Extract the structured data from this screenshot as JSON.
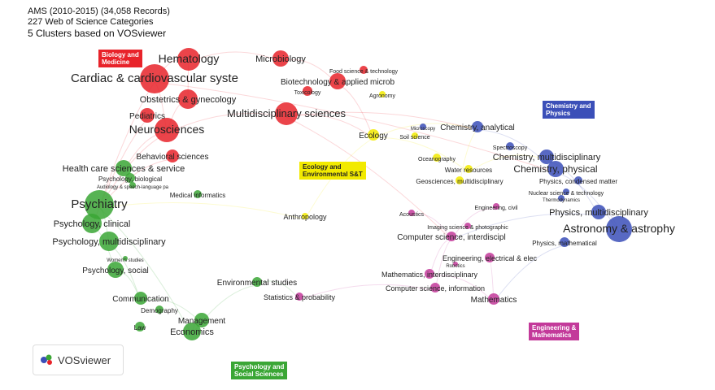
{
  "header": {
    "line1": "AMS (2010-2015) (34,058 Records)",
    "line2": "227 Web of Science Categories",
    "line3": "5 Clusters based on VOSviewer"
  },
  "clusters": [
    {
      "id": "red",
      "color": "#e8232a",
      "label": [
        "Biology and",
        "Medicine"
      ]
    },
    {
      "id": "blue",
      "color": "#3b4fb8",
      "label": [
        "Chemistry and",
        "Physics"
      ]
    },
    {
      "id": "yellow",
      "color": "#f2ea00",
      "label": [
        "Ecology and",
        "Environmental S&T"
      ]
    },
    {
      "id": "magenta",
      "color": "#c33a9a",
      "label": [
        "Engineering &",
        "Mathematics"
      ]
    },
    {
      "id": "green",
      "color": "#3aa635",
      "label": [
        "Psychology and",
        "Social Sciences"
      ]
    }
  ],
  "nodes": [
    {
      "label": "Hematology",
      "c": "red",
      "s": 14
    },
    {
      "label": "Microbiology",
      "c": "red",
      "s": 11
    },
    {
      "label": "Cardiac & cardiovascular syste",
      "c": "red",
      "s": 15
    },
    {
      "label": "Biotechnology & applied microb",
      "c": "red",
      "s": 10
    },
    {
      "label": "Food science & technology",
      "c": "red",
      "s": 7
    },
    {
      "label": "Toxicology",
      "c": "red",
      "s": 7
    },
    {
      "label": "Obstetrics & gynecology",
      "c": "red",
      "s": 11
    },
    {
      "label": "Multidisciplinary sciences",
      "c": "red",
      "s": 13
    },
    {
      "label": "Pediatrics",
      "c": "red",
      "s": 10
    },
    {
      "label": "Neurosciences",
      "c": "red",
      "s": 14
    },
    {
      "label": "Behavioral sciences",
      "c": "red",
      "s": 10
    },
    {
      "label": "Agronomy",
      "c": "yellow",
      "s": 7
    },
    {
      "label": "Ecology",
      "c": "yellow",
      "s": 10
    },
    {
      "label": "Soil science",
      "c": "yellow",
      "s": 7
    },
    {
      "label": "Oceanography",
      "c": "yellow",
      "s": 7
    },
    {
      "label": "Water resources",
      "c": "yellow",
      "s": 8
    },
    {
      "label": "Geosciences, multidisciplinary",
      "c": "yellow",
      "s": 8
    },
    {
      "label": "Anthropology",
      "c": "yellow",
      "s": 9
    },
    {
      "label": "Microscopy",
      "c": "blue",
      "s": 6
    },
    {
      "label": "Chemistry, analytical",
      "c": "blue",
      "s": 10
    },
    {
      "label": "Spectroscopy",
      "c": "blue",
      "s": 7
    },
    {
      "label": "Chemistry, multidisciplinary",
      "c": "blue",
      "s": 11
    },
    {
      "label": "Chemistry, physical",
      "c": "blue",
      "s": 12
    },
    {
      "label": "Physics, condensed matter",
      "c": "blue",
      "s": 8
    },
    {
      "label": "Nuclear science & technology",
      "c": "blue",
      "s": 7
    },
    {
      "label": "Thermodynamics",
      "c": "blue",
      "s": 6
    },
    {
      "label": "Physics, multidisciplinary",
      "c": "blue",
      "s": 11
    },
    {
      "label": "Astronomy & astrophy",
      "c": "blue",
      "s": 14
    },
    {
      "label": "Physics, mathematical",
      "c": "blue",
      "s": 8
    },
    {
      "label": "Engineering, civil",
      "c": "magenta",
      "s": 7
    },
    {
      "label": "Acoustics",
      "c": "magenta",
      "s": 7
    },
    {
      "label": "Imaging science & photographic",
      "c": "magenta",
      "s": 7
    },
    {
      "label": "Computer science, interdiscipl",
      "c": "magenta",
      "s": 10
    },
    {
      "label": "Engineering, electrical & elec",
      "c": "magenta",
      "s": 9
    },
    {
      "label": "Robotics",
      "c": "magenta",
      "s": 6
    },
    {
      "label": "Mathematics, interdisciplinary",
      "c": "magenta",
      "s": 9
    },
    {
      "label": "Computer science, information",
      "c": "magenta",
      "s": 9
    },
    {
      "label": "Mathematics",
      "c": "magenta",
      "s": 10
    },
    {
      "label": "Statistics & probability",
      "c": "magenta",
      "s": 9
    },
    {
      "label": "Health care sciences & service",
      "c": "green",
      "s": 11
    },
    {
      "label": "Psychology, biological",
      "c": "green",
      "s": 8
    },
    {
      "label": "Audiology & speech-language pa",
      "c": "green",
      "s": 6
    },
    {
      "label": "Medical informatics",
      "c": "green",
      "s": 8
    },
    {
      "label": "Psychiatry",
      "c": "green",
      "s": 15
    },
    {
      "label": "Psychology, clinical",
      "c": "green",
      "s": 11
    },
    {
      "label": "Psychology, multidisciplinary",
      "c": "green",
      "s": 11
    },
    {
      "label": "Women's studies",
      "c": "green",
      "s": 6
    },
    {
      "label": "Psychology, social",
      "c": "green",
      "s": 10
    },
    {
      "label": "Environmental studies",
      "c": "green",
      "s": 10
    },
    {
      "label": "Communication",
      "c": "green",
      "s": 10
    },
    {
      "label": "Demography",
      "c": "green",
      "s": 8
    },
    {
      "label": "Management",
      "c": "green",
      "s": 10
    },
    {
      "label": "Law",
      "c": "green",
      "s": 8
    },
    {
      "label": "Economics",
      "c": "green",
      "s": 11
    }
  ],
  "logo": {
    "text": "VOSviewer"
  }
}
